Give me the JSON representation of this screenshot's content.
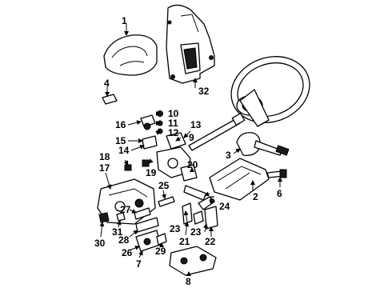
{
  "diagram": {
    "labels": {
      "p1": "1",
      "p2": "2",
      "p3": "3",
      "p4": "4",
      "p5": "5",
      "p6": "6",
      "p7": "7",
      "p8": "8",
      "p9": "9",
      "p10": "10",
      "p11": "11",
      "p12": "12",
      "p13": "13",
      "p14": "14",
      "p15": "15",
      "p16": "16",
      "p17": "17",
      "p18": "18",
      "p19": "19",
      "p20": "20",
      "p21": "21",
      "p22": "22",
      "p23a": "23",
      "p23b": "23",
      "p24": "24",
      "p25": "25",
      "p26": "26",
      "p27": "27",
      "p28": "28",
      "p29": "29",
      "p30": "30",
      "p31": "31",
      "p32": "32"
    }
  }
}
